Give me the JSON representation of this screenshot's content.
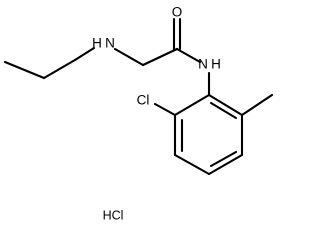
{
  "molecule": {
    "atoms": {
      "oxygen": "O",
      "amide_nitrogen": "N",
      "amide_hydrogen": "H",
      "amine_nitrogen": "N",
      "amine_hydrogen": "H",
      "chlorine": "Cl"
    },
    "salt": "HCl",
    "colors": {
      "bond": "#000000",
      "label": "#000000",
      "background": "#ffffff"
    }
  }
}
